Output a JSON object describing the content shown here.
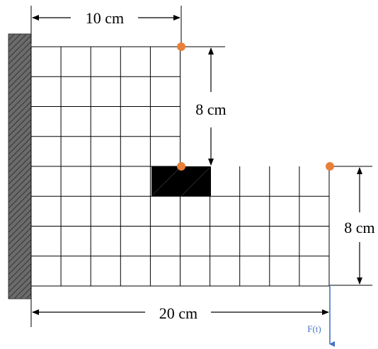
{
  "dimensions": {
    "top_width": "10 cm",
    "upper_height": "8 cm",
    "lower_height": "8 cm",
    "total_width": "20 cm"
  },
  "load": {
    "label": "F(t)",
    "color": "#4472c4"
  },
  "colors": {
    "grid": "#000000",
    "wall": "#5a5a5a",
    "sensor": "#e8803a",
    "inclusion": "#000000"
  }
}
